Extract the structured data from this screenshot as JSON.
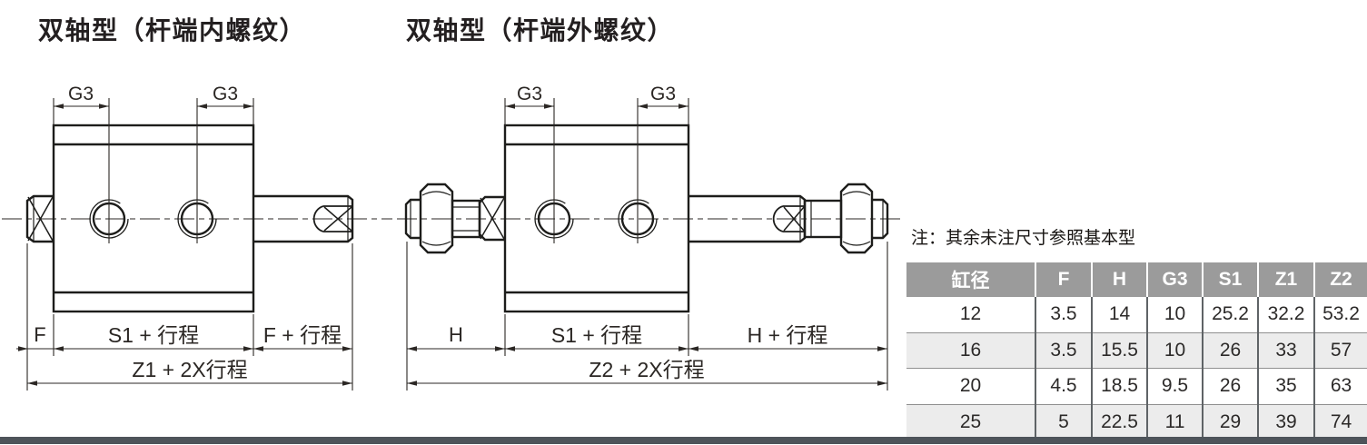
{
  "titles": {
    "left": "双轴型（杆端内螺纹）",
    "right": "双轴型（杆端外螺纹）"
  },
  "note": "注：其余未注尺寸参照基本型",
  "drawing_left": {
    "dims": {
      "g3_1": "G3",
      "g3_2": "G3",
      "f": "F",
      "s1_stroke": "S1 + 行程",
      "f_stroke": "F + 行程",
      "z1_stroke": "Z1 + 2X行程"
    }
  },
  "drawing_right": {
    "dims": {
      "g3_1": "G3",
      "g3_2": "G3",
      "h": "H",
      "s1_stroke": "S1 + 行程",
      "h_stroke": "H + 行程",
      "z2_stroke": "Z2 + 2X行程"
    }
  },
  "table": {
    "headers": [
      "缸径",
      "F",
      "H",
      "G3",
      "S1",
      "Z1",
      "Z2"
    ],
    "rows": [
      [
        "12",
        "3.5",
        "14",
        "10",
        "25.2",
        "32.2",
        "53.2"
      ],
      [
        "16",
        "3.5",
        "15.5",
        "10",
        "26",
        "33",
        "57"
      ],
      [
        "20",
        "4.5",
        "18.5",
        "9.5",
        "26",
        "35",
        "63"
      ],
      [
        "25",
        "5",
        "22.5",
        "11",
        "29",
        "39",
        "74"
      ]
    ]
  },
  "colors": {
    "table_header_bg": "#9b9b9b",
    "table_alt_row_bg": "#ececec",
    "bottom_bar": "#4e545a",
    "line_color": "#1d1d1b",
    "dim_color": "#2b2724"
  }
}
